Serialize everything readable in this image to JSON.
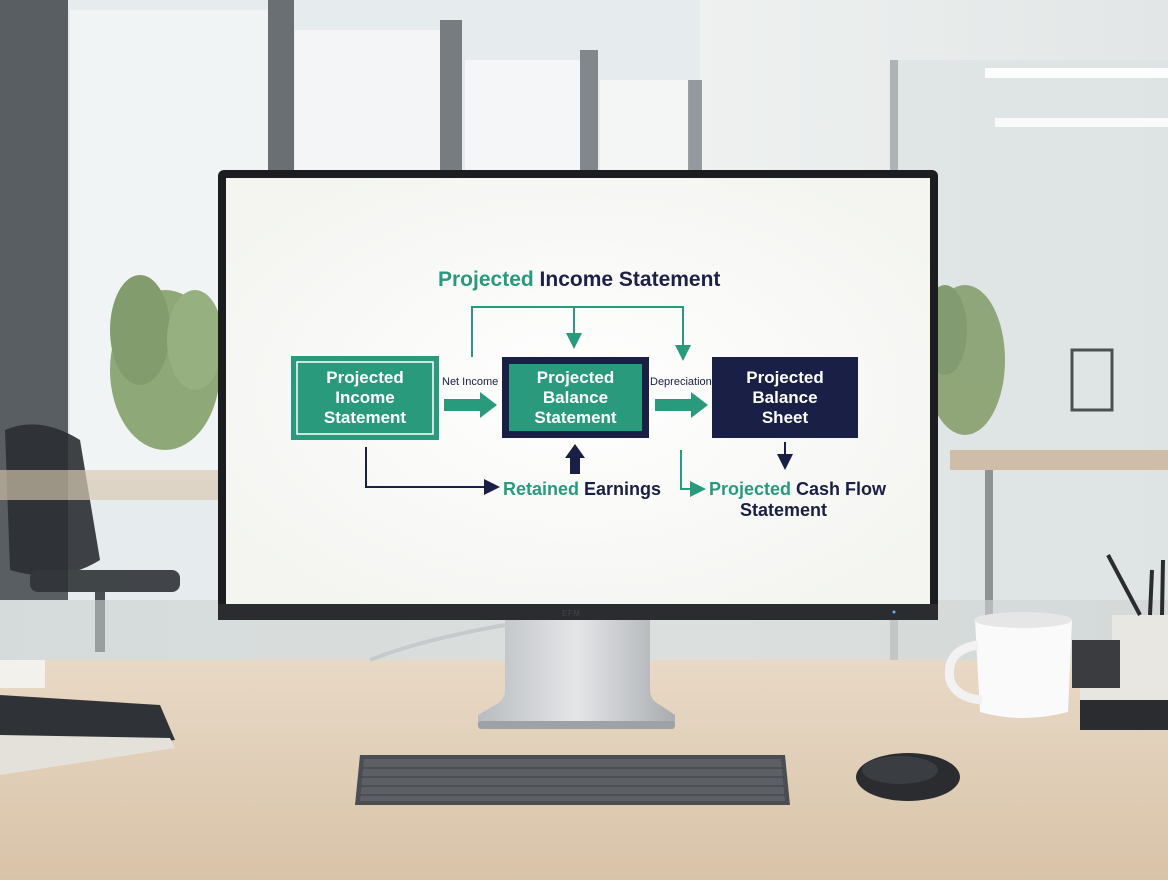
{
  "diagram": {
    "title": {
      "highlight": "Projected",
      "rest": " Income Statement"
    },
    "boxes": [
      {
        "id": "income",
        "line1": "Projected",
        "line2": "Income",
        "line3": "Statement"
      },
      {
        "id": "balance-statement",
        "line1": "Projected",
        "line2": "Balance",
        "line3": "Statement"
      },
      {
        "id": "balance-sheet",
        "line1": "Projected",
        "line2": "Balance",
        "line3": "Sheet"
      }
    ],
    "labels": {
      "net_income": "Net Income",
      "depreciation": "Depreciation",
      "retained_highlight": "Retained",
      "retained_rest": " Earnings",
      "cashflow_highlight": "Projected",
      "cashflow_rest": " Cash Flow",
      "cashflow_line2": "Statement"
    }
  },
  "monitor": {
    "brand": "EFM"
  },
  "colors": {
    "green": "#2a9a7c",
    "navy": "#1a1f45",
    "screen_bg": "#f7f8f5"
  }
}
